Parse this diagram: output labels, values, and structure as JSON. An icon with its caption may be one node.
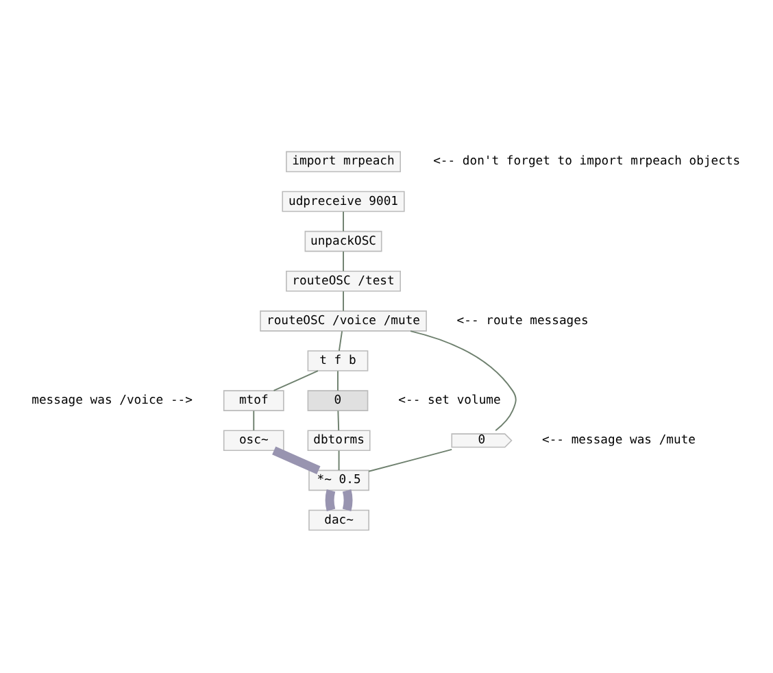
{
  "diagram": {
    "nodes": [
      {
        "text": [
          "import mrpeach"
        ],
        "beside": [
          "<-- don't forget to import mrpeach objects"
        ]
      },
      {
        "text": [
          "udpreceive 9001"
        ]
      },
      {
        "text": [
          "unpackOSC"
        ]
      },
      {
        "text": [
          "routeOSC /test"
        ]
      },
      {
        "text": [
          "routeOSC /voice /mute"
        ],
        "beside": [
          "<-- route messages"
        ]
      },
      {
        "text": [
          "t f b"
        ]
      },
      {
        "text": [
          "mtof"
        ],
        "beside": [
          "message was /voice -->"
        ]
      },
      {
        "text": [
          "osc~"
        ]
      },
      {
        "text": [
          "0"
        ],
        "beside": [
          "<-- message was /mute"
        ]
      },
      {
        "text": [
          "0"
        ],
        "beside": [
          "<-- set volume"
        ]
      },
      {
        "text": [
          "dbtorms"
        ]
      },
      {
        "text": [
          "*~ 0.5"
        ]
      },
      {
        "text": [
          "dac~"
        ]
      }
    ],
    "edges": [
      {
        "from": 1,
        "to": 2,
        "arrow": "none"
      },
      {
        "from": 2,
        "to": 3,
        "arrow": "none"
      },
      {
        "from": 3,
        "to": 4,
        "arrow": "none"
      },
      {
        "from": 4,
        "to": 5,
        "arrow": "none"
      },
      {
        "from": 4,
        "to": 8,
        "arrow": "none"
      },
      {
        "from": 5,
        "to": 6,
        "arrow": "none"
      },
      {
        "from": 5,
        "to": 9,
        "arrow": "none"
      },
      {
        "from": 6,
        "to": 7,
        "arrow": "none"
      },
      {
        "from": 7,
        "to": 11,
        "arrow": "none",
        "style": "thick",
        "color": "#9894b0"
      },
      {
        "from": 8,
        "to": 11,
        "arrow": "none"
      },
      {
        "from": 9,
        "to": 10,
        "arrow": "none"
      },
      {
        "from": 10,
        "to": 11,
        "arrow": "none"
      },
      {
        "from": 11,
        "to": 12,
        "arrow": "none",
        "style": "thick",
        "color": "#9894b0"
      },
      {
        "from": 11,
        "to": 12,
        "arrow": "none",
        "style": "thick",
        "color": "#9894b0"
      }
    ]
  }
}
